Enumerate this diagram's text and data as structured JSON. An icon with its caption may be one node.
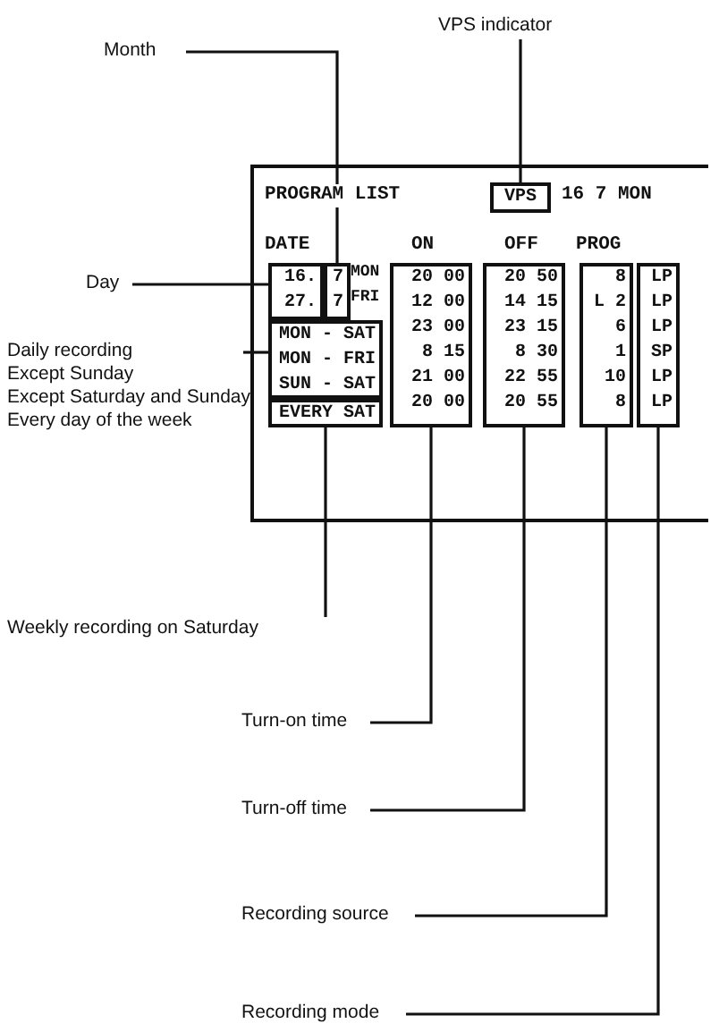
{
  "diagram": {
    "nodes": [
      {
        "text": [
          "Month"
        ]
      },
      {
        "text": [
          "VPS indicator"
        ]
      },
      {
        "text": [
          "Day"
        ]
      },
      {
        "text": [
          "Daily recording",
          "Except Sunday",
          "Except Saturday and Sunday",
          "Every day of the week"
        ]
      },
      {
        "text": [
          "Weekly recording on Saturday"
        ]
      },
      {
        "text": [
          "Turn-on time"
        ]
      },
      {
        "text": [
          "Turn-off time"
        ]
      },
      {
        "text": [
          "Recording source"
        ]
      },
      {
        "text": [
          "Recording mode"
        ]
      },
      {
        "text": [
          "PROGRAM LIST",
          "16 7 MON"
        ]
      },
      {
        "text": [
          "VPS"
        ],
        "in": 9
      },
      {
        "text": [
          "16.",
          "27."
        ],
        "in": 9
      },
      {
        "text": [
          "7",
          "7"
        ],
        "in": 9
      },
      {
        "text": [
          "MON - SAT",
          "MON - FRI",
          "SUN - SAT"
        ],
        "in": 9
      },
      {
        "text": [
          "EVERY SAT"
        ],
        "in": 9
      },
      {
        "text": [
          "20 00",
          "12 00",
          "23 00",
          "8 15",
          "21 00",
          "20 00"
        ],
        "in": 9
      },
      {
        "text": [
          "20 50",
          "14 15",
          "23 15",
          "8 30",
          "22 55",
          "20 55"
        ],
        "in": 9
      },
      {
        "text": [
          "8",
          "L 2",
          "6",
          "1",
          "10",
          "8"
        ],
        "in": 9
      },
      {
        "text": [
          "LP",
          "LP",
          "LP",
          "SP",
          "LP",
          "LP"
        ],
        "in": 9
      }
    ],
    "edges": [
      {
        "from": 0,
        "to": 12,
        "arrow": "none"
      },
      {
        "from": 1,
        "to": 10,
        "arrow": "none"
      },
      {
        "from": 2,
        "to": 11,
        "arrow": "none"
      },
      {
        "from": 3,
        "to": 13,
        "arrow": "none"
      },
      {
        "from": 4,
        "to": 14,
        "arrow": "none"
      },
      {
        "from": 5,
        "to": 15,
        "arrow": "none"
      },
      {
        "from": 6,
        "to": 16,
        "arrow": "none"
      },
      {
        "from": 7,
        "to": 17,
        "arrow": "none"
      },
      {
        "from": 8,
        "to": 18,
        "arrow": "none"
      }
    ],
    "labels": [
      "DATE",
      "ON",
      "OFF",
      "PROG",
      "MON",
      "FRI"
    ]
  }
}
